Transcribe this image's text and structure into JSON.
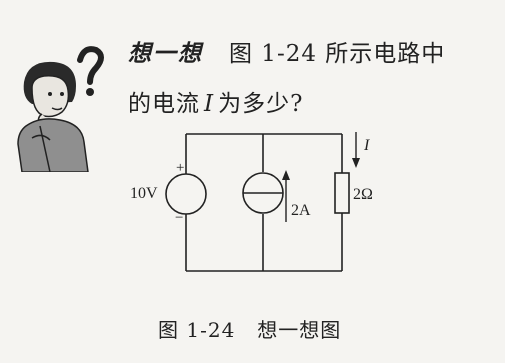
{
  "header": {
    "keyword": "想一想",
    "question_part1": "图 1-24 所示电路中",
    "question_line2_a": "的电流",
    "question_var": "I",
    "question_line2_b": "为多少?"
  },
  "circuit": {
    "voltage_source_label": "10V",
    "plus_sign": "+",
    "minus_sign": "−",
    "current_source_label": "2A",
    "resistor_label": "2Ω",
    "current_label": "I"
  },
  "caption": {
    "number": "图 1-24",
    "title": "想一想图"
  },
  "colors": {
    "background": "#f5f4f1",
    "ink": "#222222"
  }
}
